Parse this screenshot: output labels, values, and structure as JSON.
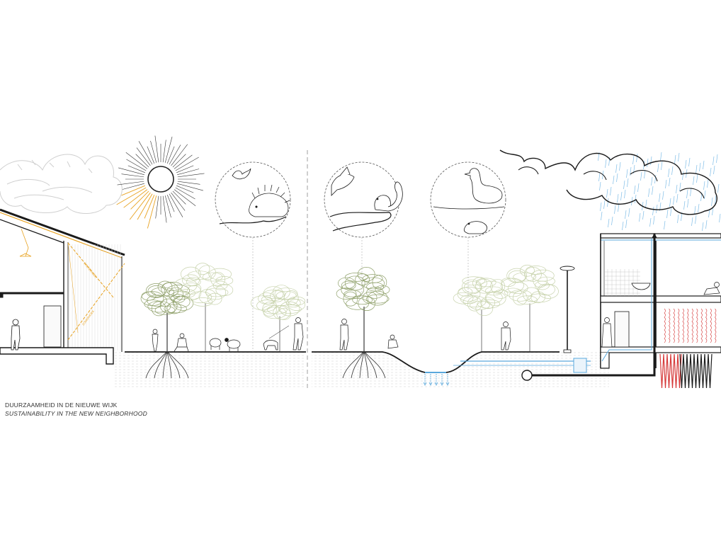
{
  "caption": {
    "title_nl": "DUURZAAMHEID IN DE NIEUWE WIJK",
    "title_en": "SUSTAINABILITY IN THE NEW NEIGHBORHOOD"
  },
  "labels": {
    "winter_angle": "WINTERHOEK",
    "summer_angle": "ZOMERHOEK"
  },
  "colors": {
    "line": "#1a1a1a",
    "vegetation": "#b9c79a",
    "vegetation_dark": "#8fa06a",
    "sun_rays": "#e8a220",
    "water": "#5aa8dc",
    "heat": "#d63a3a",
    "cloud": "#cfcfcf"
  },
  "icons": [
    "sun-icon",
    "cloud-icon",
    "rain-cloud-icon",
    "tree-icon",
    "bat-icon",
    "hedgehog-icon",
    "bird-icon",
    "squirrel-icon",
    "duck-icon",
    "frog-icon",
    "street-lamp-icon",
    "pump-icon"
  ]
}
